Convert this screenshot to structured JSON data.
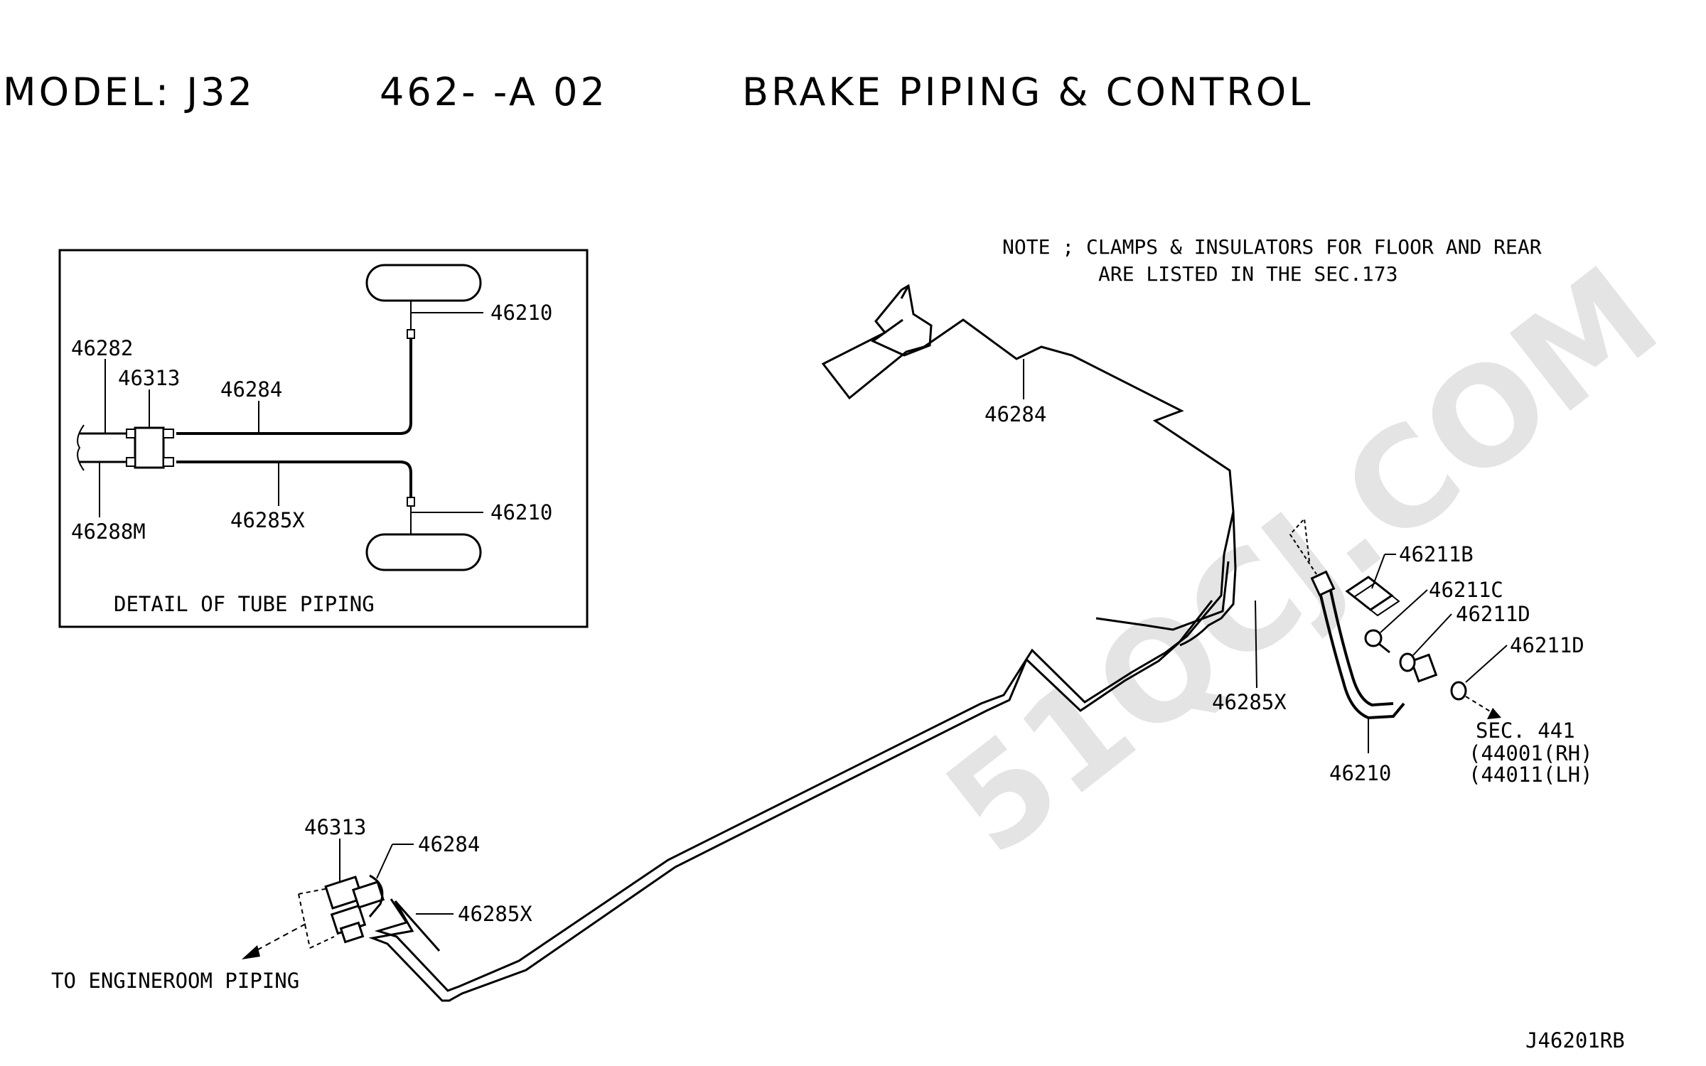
{
  "header": {
    "model": "MODEL: J32",
    "code": "462-  -A 02",
    "section_title": "BRAKE PIPING & CONTROL"
  },
  "note": {
    "line1": "NOTE ; CLAMPS & INSULATORS FOR FLOOR AND REAR",
    "line2": "ARE LISTED IN THE SEC.173"
  },
  "detail": {
    "caption": "DETAIL OF TUBE PIPING",
    "labels": {
      "p46282": "46282",
      "p46313": "46313",
      "p46284": "46284",
      "p46210_top": "46210",
      "p46210_bottom": "46210",
      "p46285x": "46285X",
      "p46288m": "46288M"
    }
  },
  "main": {
    "labels": {
      "p46284_top": "46284",
      "p46285x_mid": "46285X",
      "p46210": "46210",
      "p46211b": "46211B",
      "p46211c": "46211C",
      "p46211d_a": "46211D",
      "p46211d_b": "46211D",
      "p46313": "46313",
      "p46284_low": "46284",
      "p46285x_low": "46285X"
    },
    "sec_ref": {
      "line1": "SEC. 441",
      "line2": "(44001(RH)",
      "line3": "(44011(LH)"
    },
    "to_engineroom": "TO ENGINEROOM PIPING",
    "drawing_code": "J46201RB"
  },
  "watermark": "51QCJ.COM"
}
